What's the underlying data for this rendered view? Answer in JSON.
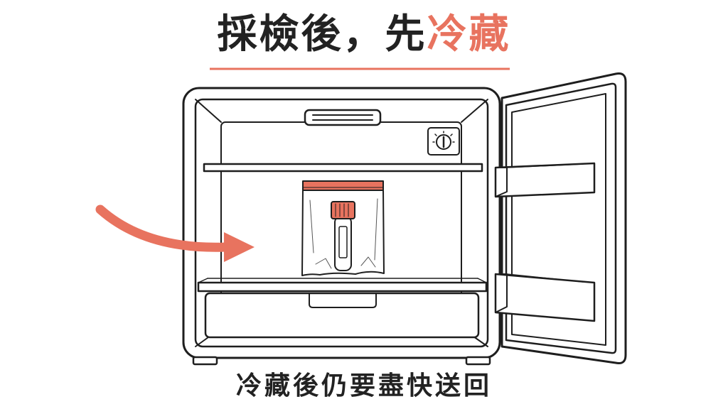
{
  "title": {
    "main": "採檢後，先",
    "highlight": "冷藏"
  },
  "caption": "冷藏後仍要盡快送回",
  "colors": {
    "accent": "#e8735f",
    "ink": "#222222",
    "background": "#ffffff"
  },
  "icons": {
    "fridge": "refrigerator-icon",
    "arrow": "curved-arrow-icon",
    "dial": "thermostat-dial-icon",
    "specimen": "specimen-bag-icon"
  }
}
